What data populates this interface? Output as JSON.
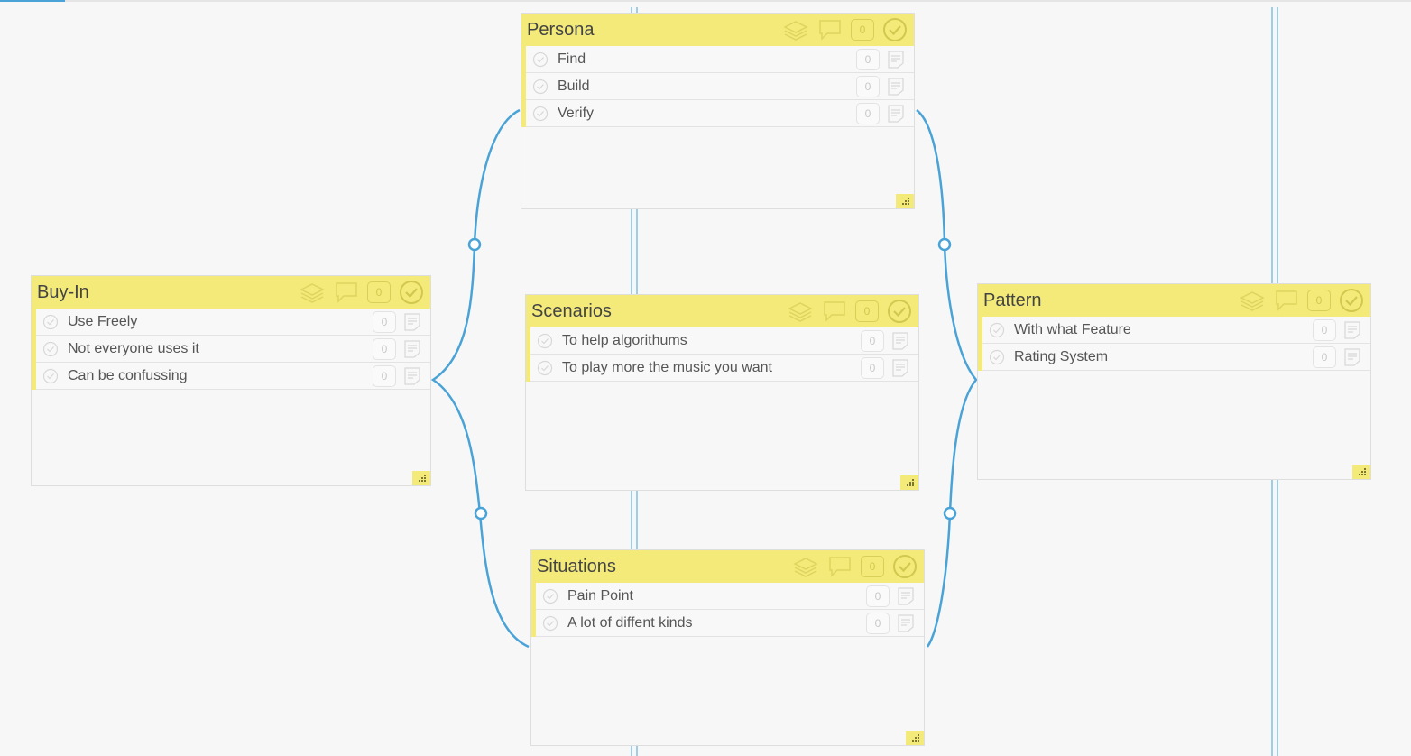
{
  "colors": {
    "header": "#f3ea7a",
    "connector": "#4aa3d6",
    "background": "#f7f7f7"
  },
  "cards": {
    "buyin": {
      "title": "Buy-In",
      "header_count": "0",
      "items": [
        {
          "label": "Use Freely",
          "count": "0"
        },
        {
          "label": "Not everyone uses it",
          "count": "0"
        },
        {
          "label": "Can be confussing",
          "count": "0"
        }
      ]
    },
    "persona": {
      "title": "Persona",
      "header_count": "0",
      "items": [
        {
          "label": "Find",
          "count": "0"
        },
        {
          "label": "Build",
          "count": "0"
        },
        {
          "label": "Verify",
          "count": "0"
        }
      ]
    },
    "scenarios": {
      "title": "Scenarios",
      "header_count": "0",
      "items": [
        {
          "label": "To help algorithums",
          "count": "0"
        },
        {
          "label": "To play more the music you want",
          "count": "0"
        }
      ]
    },
    "situations": {
      "title": "Situations",
      "header_count": "0",
      "items": [
        {
          "label": "Pain Point",
          "count": "0"
        },
        {
          "label": "A lot of diffent kinds",
          "count": "0"
        }
      ]
    },
    "pattern": {
      "title": "Pattern",
      "header_count": "0",
      "items": [
        {
          "label": "With what Feature",
          "count": "0"
        },
        {
          "label": "Rating System",
          "count": "0"
        }
      ]
    }
  }
}
